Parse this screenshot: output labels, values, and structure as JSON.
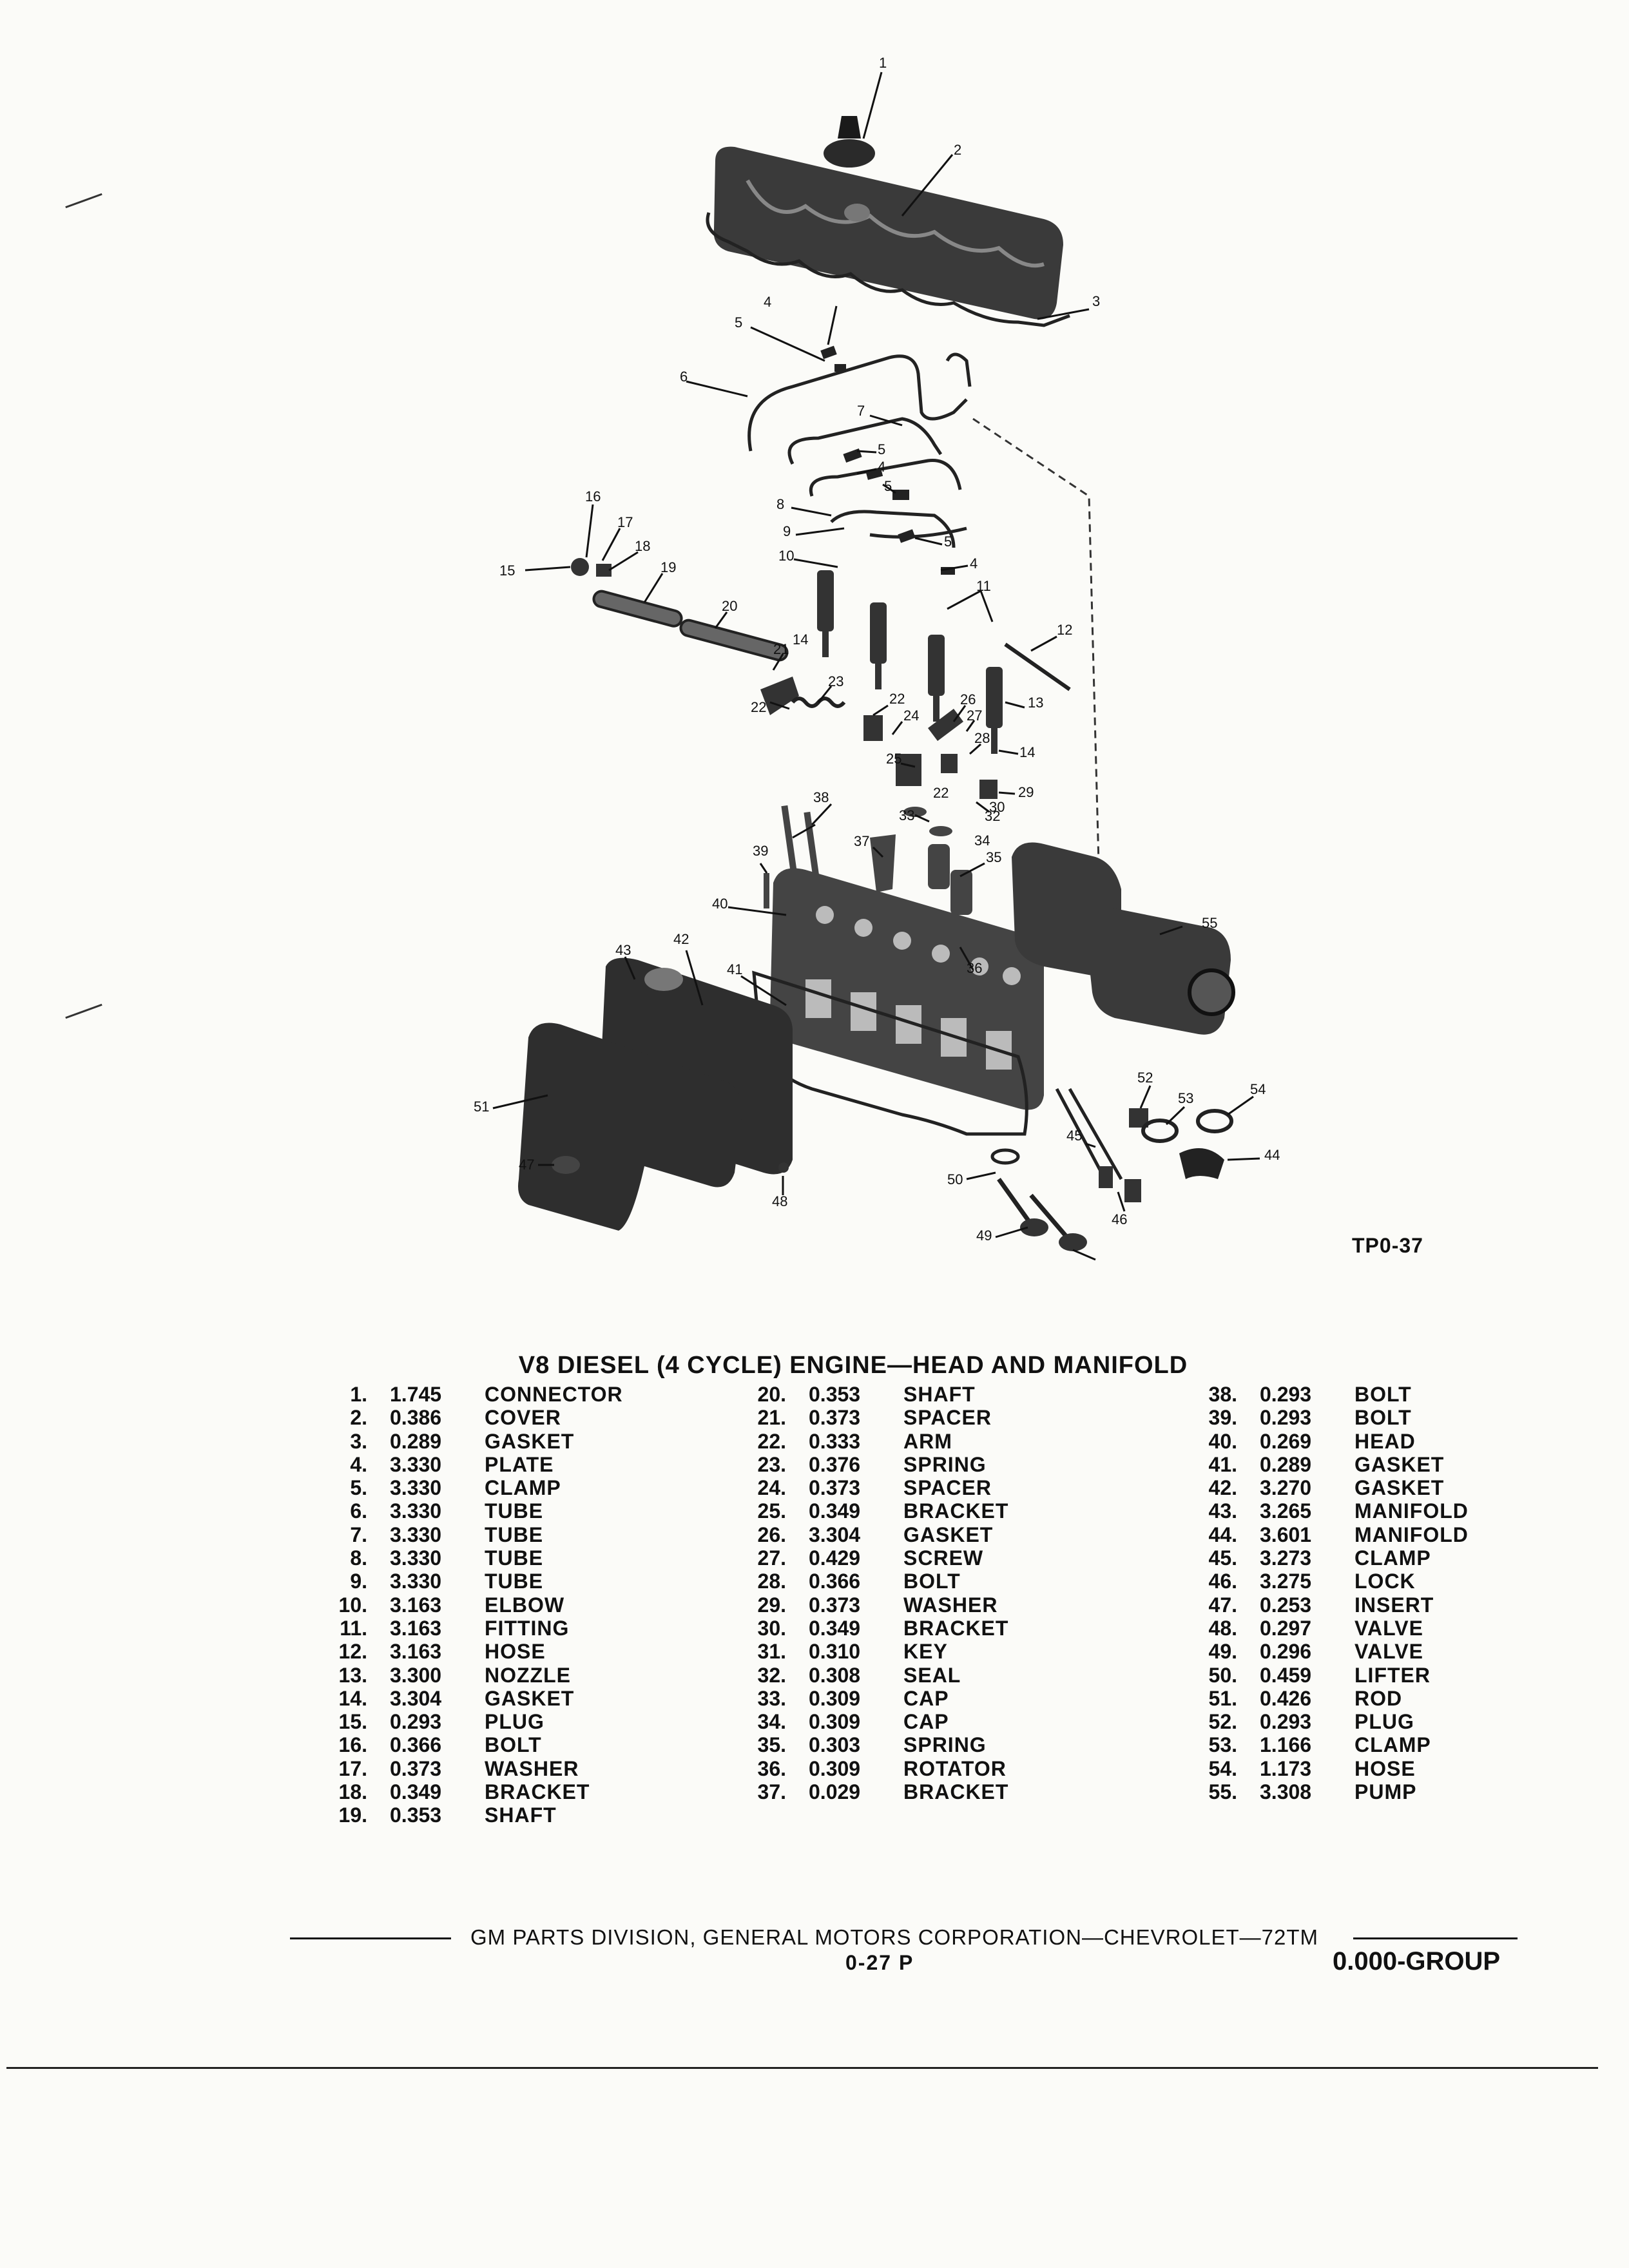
{
  "figure": {
    "code": "TP0-37",
    "callouts": [
      "1",
      "2",
      "3",
      "4",
      "5",
      "6",
      "7",
      "5",
      "4",
      "5",
      "8",
      "9",
      "5",
      "10",
      "4",
      "11",
      "12",
      "16",
      "17",
      "18",
      "15",
      "19",
      "20",
      "14",
      "21",
      "22",
      "23",
      "22",
      "24",
      "26",
      "27",
      "13",
      "28",
      "14",
      "25",
      "29",
      "30",
      "22",
      "32",
      "38",
      "33",
      "34",
      "37",
      "39",
      "35",
      "40",
      "55",
      "36",
      "42",
      "43",
      "41",
      "52",
      "53",
      "54",
      "44",
      "51",
      "45",
      "47",
      "50",
      "46",
      "48",
      "49"
    ]
  },
  "parts_list": {
    "title": "V8 DIESEL (4 CYCLE) ENGINE—HEAD AND MANIFOLD",
    "columns": [
      [
        {
          "num": "1.",
          "code": "1.745",
          "name": "CONNECTOR"
        },
        {
          "num": "2.",
          "code": "0.386",
          "name": "COVER"
        },
        {
          "num": "3.",
          "code": "0.289",
          "name": "GASKET"
        },
        {
          "num": "4.",
          "code": "3.330",
          "name": "PLATE"
        },
        {
          "num": "5.",
          "code": "3.330",
          "name": "CLAMP"
        },
        {
          "num": "6.",
          "code": "3.330",
          "name": "TUBE"
        },
        {
          "num": "7.",
          "code": "3.330",
          "name": "TUBE"
        },
        {
          "num": "8.",
          "code": "3.330",
          "name": "TUBE"
        },
        {
          "num": "9.",
          "code": "3.330",
          "name": "TUBE"
        },
        {
          "num": "10.",
          "code": "3.163",
          "name": "ELBOW"
        },
        {
          "num": "11.",
          "code": "3.163",
          "name": "FITTING"
        },
        {
          "num": "12.",
          "code": "3.163",
          "name": "HOSE"
        },
        {
          "num": "13.",
          "code": "3.300",
          "name": "NOZZLE"
        },
        {
          "num": "14.",
          "code": "3.304",
          "name": "GASKET"
        },
        {
          "num": "15.",
          "code": "0.293",
          "name": "PLUG"
        },
        {
          "num": "16.",
          "code": "0.366",
          "name": "BOLT"
        },
        {
          "num": "17.",
          "code": "0.373",
          "name": "WASHER"
        },
        {
          "num": "18.",
          "code": "0.349",
          "name": "BRACKET"
        },
        {
          "num": "19.",
          "code": "0.353",
          "name": "SHAFT"
        }
      ],
      [
        {
          "num": "20.",
          "code": "0.353",
          "name": "SHAFT"
        },
        {
          "num": "21.",
          "code": "0.373",
          "name": "SPACER"
        },
        {
          "num": "22.",
          "code": "0.333",
          "name": "ARM"
        },
        {
          "num": "23.",
          "code": "0.376",
          "name": "SPRING"
        },
        {
          "num": "24.",
          "code": "0.373",
          "name": "SPACER"
        },
        {
          "num": "25.",
          "code": "0.349",
          "name": "BRACKET"
        },
        {
          "num": "26.",
          "code": "3.304",
          "name": "GASKET"
        },
        {
          "num": "27.",
          "code": "0.429",
          "name": "SCREW"
        },
        {
          "num": "28.",
          "code": "0.366",
          "name": "BOLT"
        },
        {
          "num": "29.",
          "code": "0.373",
          "name": "WASHER"
        },
        {
          "num": "30.",
          "code": "0.349",
          "name": "BRACKET"
        },
        {
          "num": "31.",
          "code": "0.310",
          "name": "KEY"
        },
        {
          "num": "32.",
          "code": "0.308",
          "name": "SEAL"
        },
        {
          "num": "33.",
          "code": "0.309",
          "name": "CAP"
        },
        {
          "num": "34.",
          "code": "0.309",
          "name": "CAP"
        },
        {
          "num": "35.",
          "code": "0.303",
          "name": "SPRING"
        },
        {
          "num": "36.",
          "code": "0.309",
          "name": "ROTATOR"
        },
        {
          "num": "37.",
          "code": "0.029",
          "name": "BRACKET"
        }
      ],
      [
        {
          "num": "38.",
          "code": "0.293",
          "name": "BOLT"
        },
        {
          "num": "39.",
          "code": "0.293",
          "name": "BOLT"
        },
        {
          "num": "40.",
          "code": "0.269",
          "name": "HEAD"
        },
        {
          "num": "41.",
          "code": "0.289",
          "name": "GASKET"
        },
        {
          "num": "42.",
          "code": "3.270",
          "name": "GASKET"
        },
        {
          "num": "43.",
          "code": "3.265",
          "name": "MANIFOLD"
        },
        {
          "num": "44.",
          "code": "3.601",
          "name": "MANIFOLD"
        },
        {
          "num": "45.",
          "code": "3.273",
          "name": "CLAMP"
        },
        {
          "num": "46.",
          "code": "3.275",
          "name": "LOCK"
        },
        {
          "num": "47.",
          "code": "0.253",
          "name": "INSERT"
        },
        {
          "num": "48.",
          "code": "0.297",
          "name": "VALVE"
        },
        {
          "num": "49.",
          "code": "0.296",
          "name": "VALVE"
        },
        {
          "num": "50.",
          "code": "0.459",
          "name": "LIFTER"
        },
        {
          "num": "51.",
          "code": "0.426",
          "name": "ROD"
        },
        {
          "num": "52.",
          "code": "0.293",
          "name": "PLUG"
        },
        {
          "num": "53.",
          "code": "1.166",
          "name": "CLAMP"
        },
        {
          "num": "54.",
          "code": "1.173",
          "name": "HOSE"
        },
        {
          "num": "55.",
          "code": "3.308",
          "name": "PUMP"
        }
      ]
    ]
  },
  "footer": {
    "text": "GM PARTS DIVISION, GENERAL MOTORS CORPORATION—CHEVROLET—72TM",
    "page": "0-27 P",
    "group": "0.000-GROUP"
  }
}
